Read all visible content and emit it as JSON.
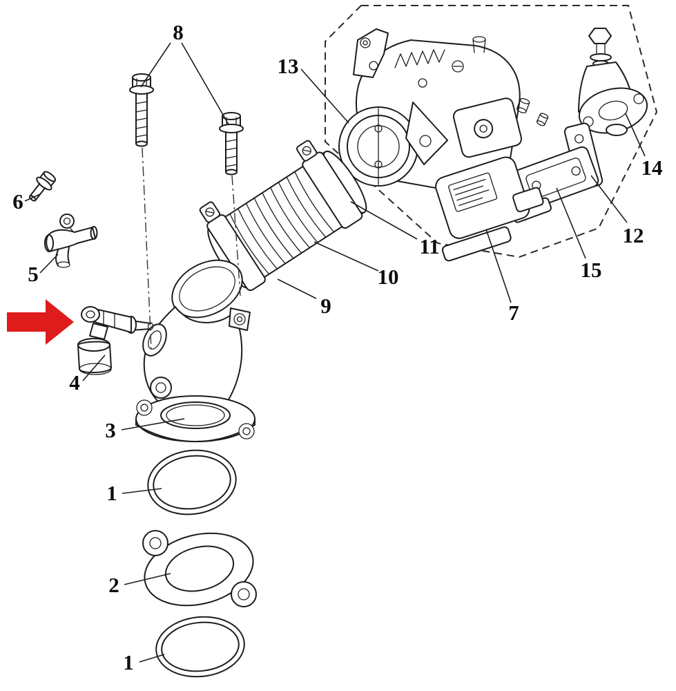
{
  "page": {
    "background": "#ffffff"
  },
  "colors": {
    "arrow_red": "#df1c1c",
    "line": "#1c1c1c"
  },
  "labels": {
    "n1_top": "1",
    "n1_bottom": "1",
    "n2": "2",
    "n3": "3",
    "n4": "4",
    "n5": "5",
    "n6": "6",
    "n7": "7",
    "n8": "8",
    "n9": "9",
    "n10": "10",
    "n11": "11",
    "n12": "12",
    "n13": "13",
    "n14": "14",
    "n15": "15"
  },
  "diagram": {
    "type": "exploded-parts-diagram",
    "callout_numbers": [
      "1",
      "2",
      "3",
      "4",
      "5",
      "6",
      "7",
      "8",
      "9",
      "10",
      "11",
      "12",
      "13",
      "14",
      "15"
    ],
    "highlight_arrow_points_to": "4"
  }
}
